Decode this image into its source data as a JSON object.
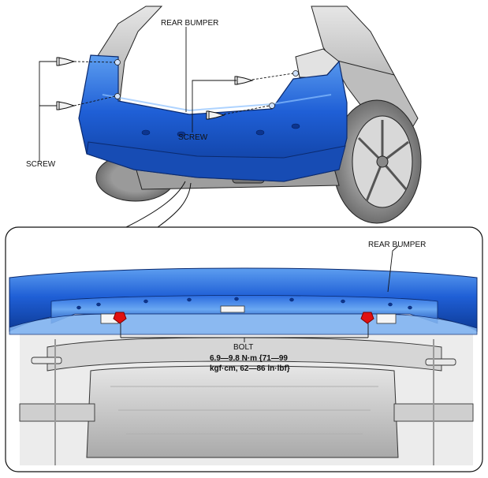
{
  "labels": {
    "rear_bumper_top": "REAR BUMPER",
    "screw_left": "SCREW",
    "screw_center": "SCREW",
    "rear_bumper_detail": "REAR BUMPER",
    "bolt": "BOLT",
    "torque_line1": "6.9—9.8 N·m {71—99",
    "torque_line2": "kgf·cm, 62—86 in·lbf}"
  },
  "colors": {
    "bumper": "#1f5fd6",
    "bumper_dark": "#0d3a96",
    "bumper_light": "#5d9ef0",
    "body_gray": "#c8c8c8",
    "outline": "#222222",
    "bolt_red": "#e01010"
  }
}
